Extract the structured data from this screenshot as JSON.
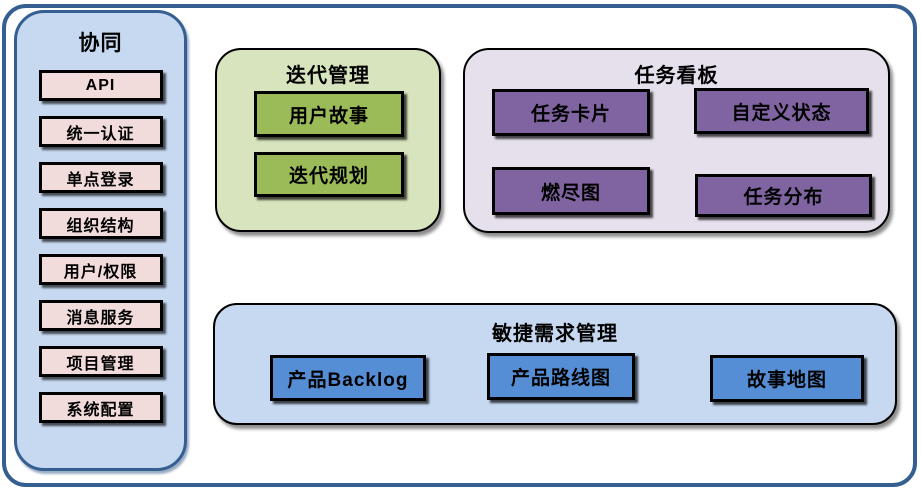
{
  "sidebar": {
    "title": "协同",
    "items": [
      "API",
      "统一认证",
      "单点登录",
      "组织结构",
      "用户/权限",
      "消息服务",
      "项目管理",
      "系统配置"
    ]
  },
  "iteration": {
    "title": "迭代管理",
    "items": [
      "用户故事",
      "迭代规划"
    ]
  },
  "kanban": {
    "title": "任务看板",
    "items": [
      "任务卡片",
      "自定义状态",
      "燃尽图",
      "任务分布"
    ]
  },
  "requirements": {
    "title": "敏捷需求管理",
    "items": [
      "产品Backlog",
      "产品路线图",
      "故事地图"
    ]
  },
  "colors": {
    "frame_border": "#365F91",
    "sidebar_fill": "#C6D9F1",
    "sidebar_item_fill": "#F2DCDB",
    "iteration_fill": "#D7E4BD",
    "iteration_item_fill": "#9BBB59",
    "kanban_fill": "#E6E0EC",
    "kanban_item_fill": "#8064A2",
    "requirements_fill": "#C6D9F1",
    "requirements_item_fill": "#558ED5"
  }
}
